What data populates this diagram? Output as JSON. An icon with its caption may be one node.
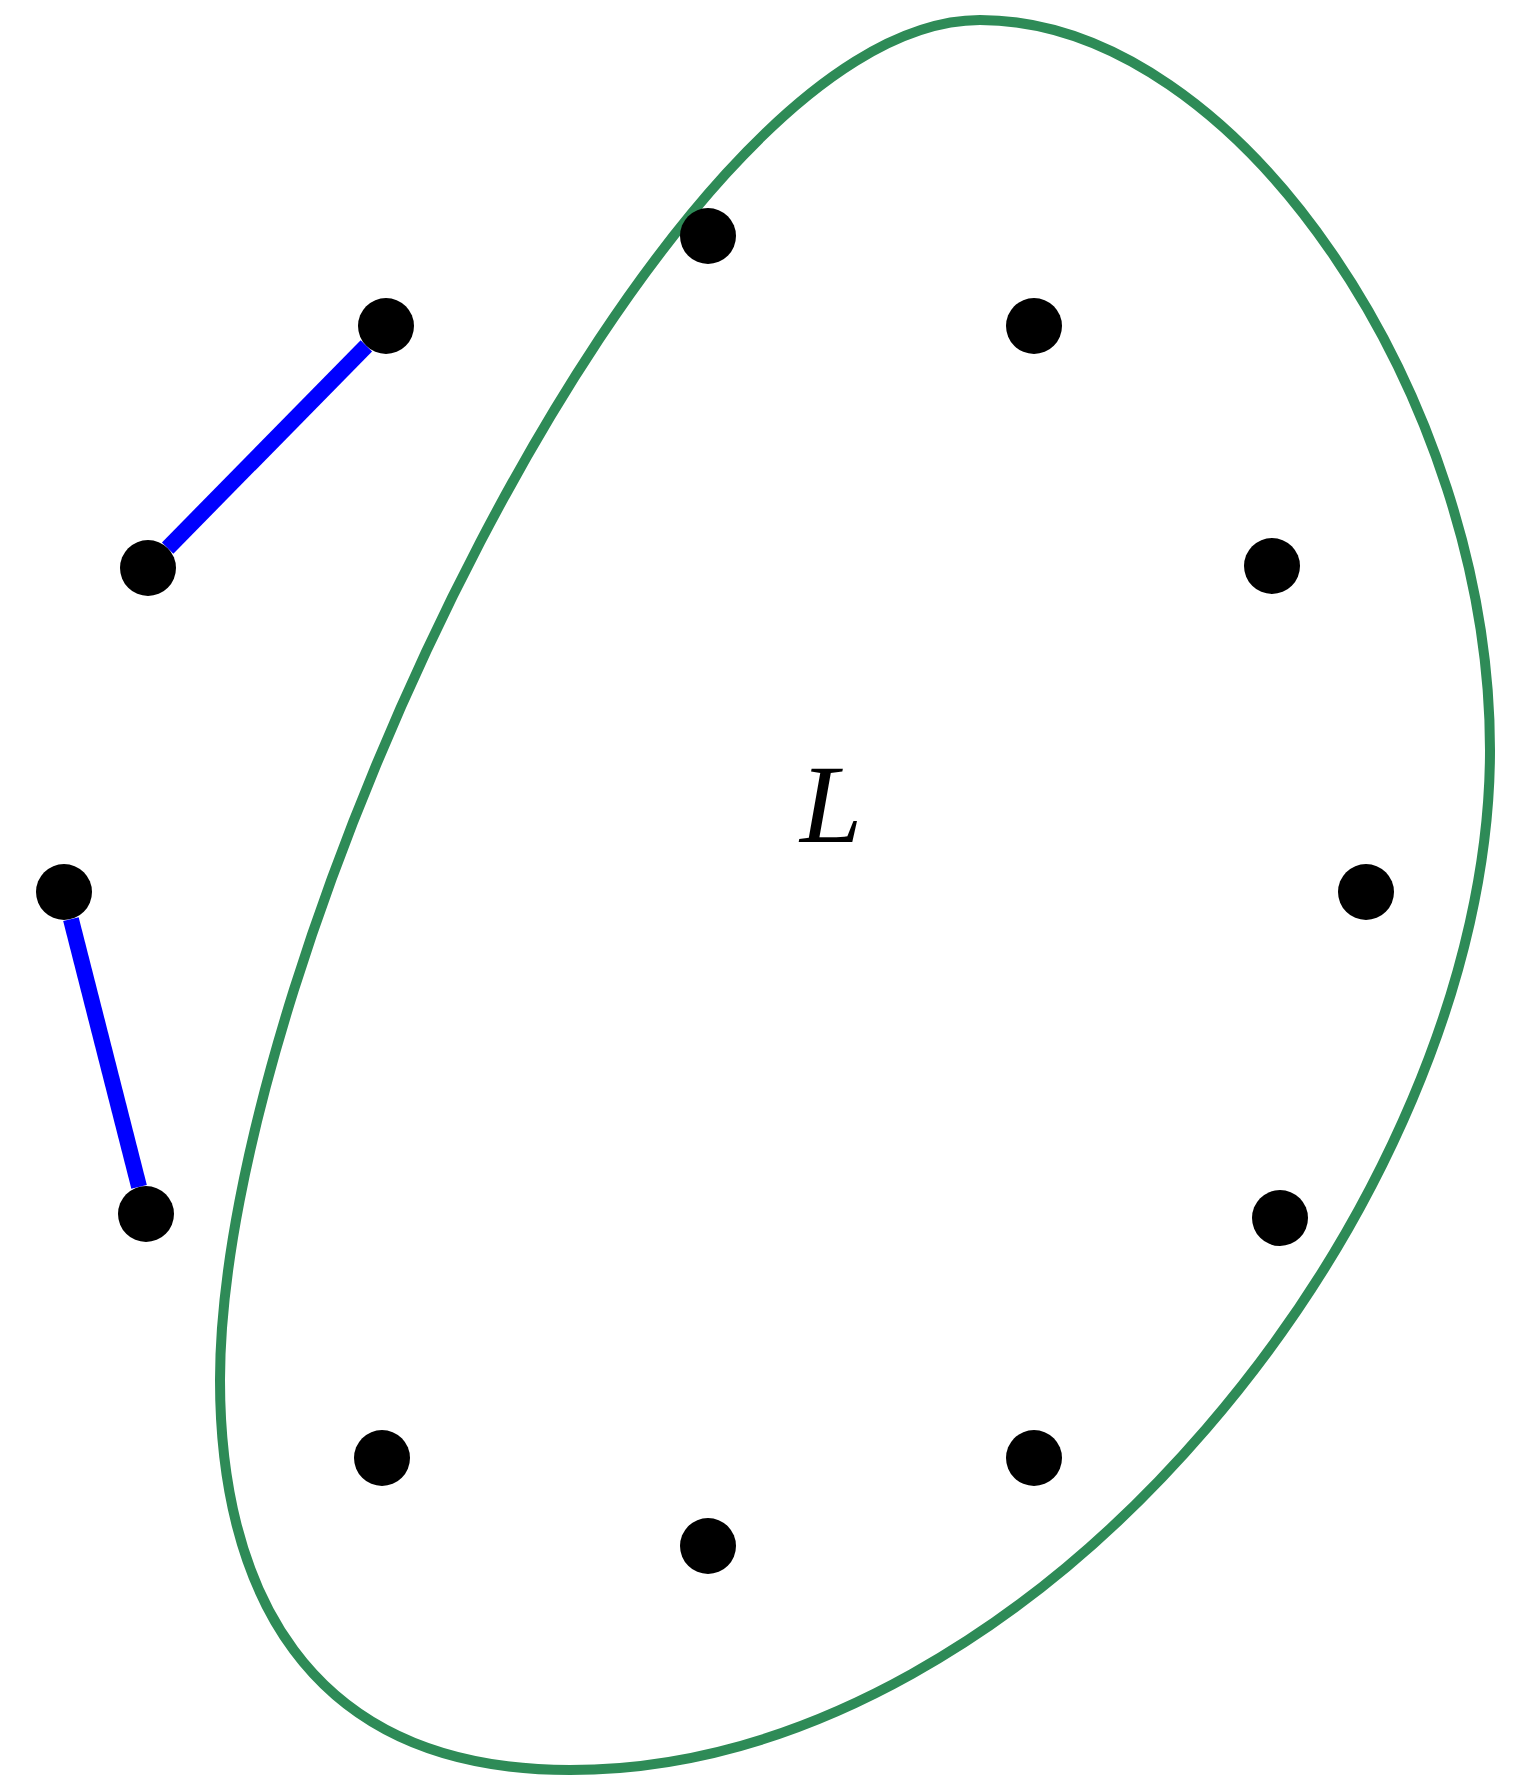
{
  "diagram": {
    "nodes": [
      {
        "text": [
          "L"
        ]
      },
      {
        "text": [],
        "shape": "circle",
        "in": 0
      },
      {
        "text": [],
        "shape": "circle"
      },
      {
        "text": [],
        "shape": "circle",
        "in": 0
      },
      {
        "text": [],
        "shape": "circle"
      },
      {
        "text": [],
        "shape": "circle",
        "in": 0
      },
      {
        "text": [],
        "shape": "circle"
      },
      {
        "text": [],
        "shape": "circle",
        "in": 0
      },
      {
        "text": [],
        "shape": "circle"
      },
      {
        "text": [],
        "shape": "circle",
        "in": 0
      },
      {
        "text": [],
        "shape": "circle",
        "in": 0
      },
      {
        "text": [],
        "shape": "circle",
        "in": 0
      },
      {
        "text": [],
        "shape": "circle",
        "in": 0
      }
    ],
    "edges": [
      {
        "from": 2,
        "to": 4,
        "arrow": "none"
      },
      {
        "from": 6,
        "to": 8,
        "arrow": "none"
      }
    ]
  }
}
